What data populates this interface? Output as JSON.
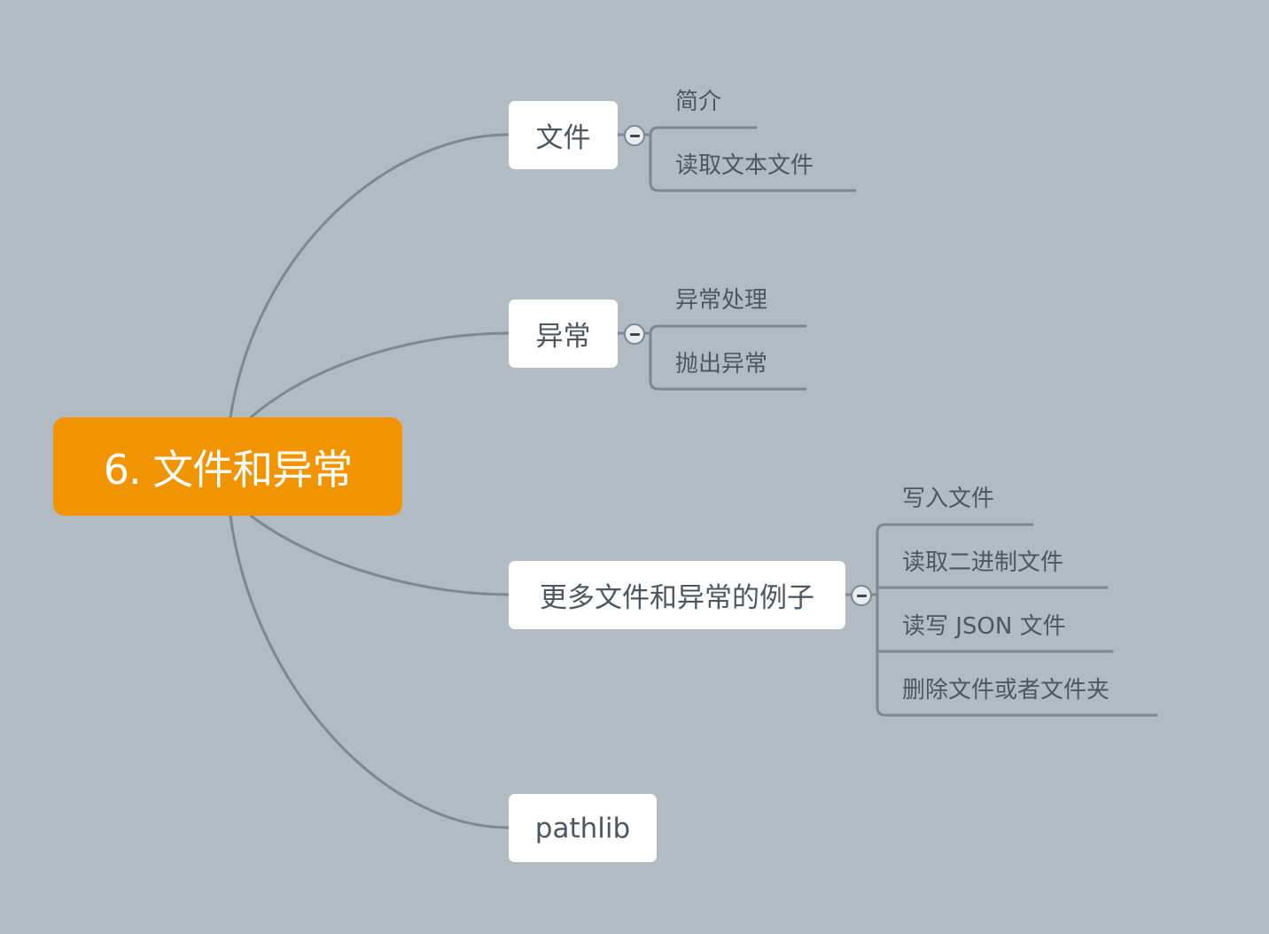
{
  "root": {
    "label": "6. 文件和异常"
  },
  "topics": [
    {
      "label": "文件",
      "collapse_icon": "minus",
      "subtopics": [
        "简介",
        "读取文本文件"
      ]
    },
    {
      "label": "异常",
      "collapse_icon": "minus",
      "subtopics": [
        "异常处理",
        "抛出异常"
      ]
    },
    {
      "label": "更多文件和异常的例子",
      "collapse_icon": "minus",
      "subtopics": [
        "写入文件",
        "读取二进制文件",
        "读写 JSON 文件",
        "删除文件或者文件夹"
      ]
    },
    {
      "label": "pathlib",
      "subtopics": []
    }
  ],
  "colors": {
    "background": "#b2bac2",
    "root_fill": "#f29300",
    "topic_fill": "#ffffff",
    "line": "#7d8891",
    "text": "#4e565e"
  }
}
